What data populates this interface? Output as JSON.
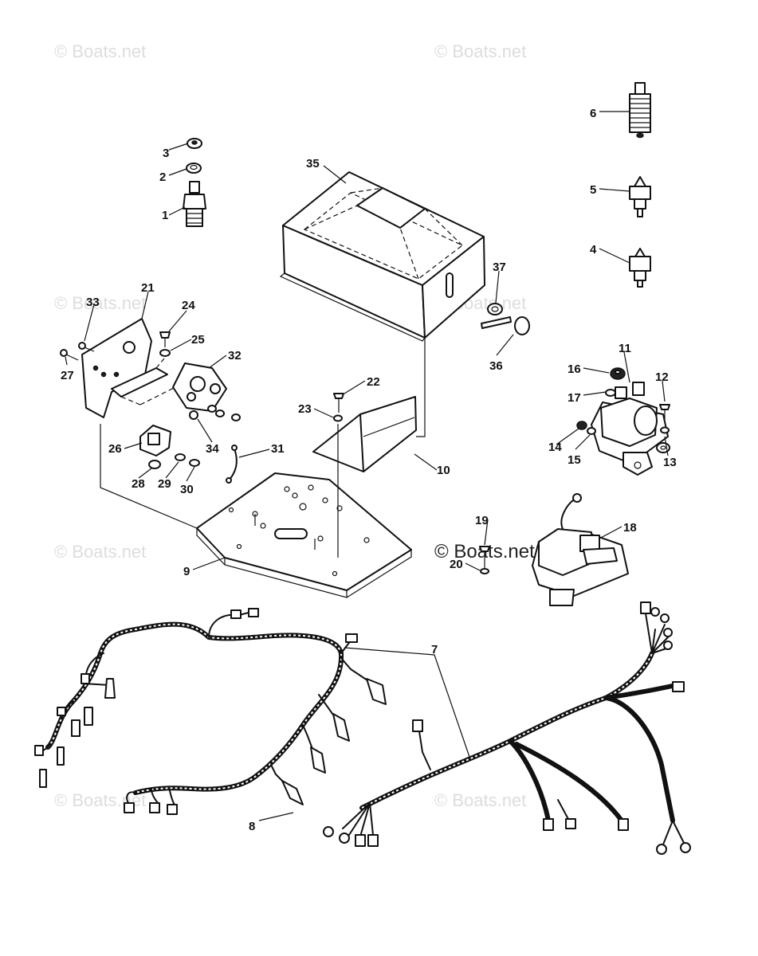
{
  "watermark": {
    "text": "© Boats.net",
    "color": "#dddddd"
  },
  "callouts": {
    "c1": "1",
    "c2": "2",
    "c3": "3",
    "c4": "4",
    "c5": "5",
    "c6": "6",
    "c7": "7",
    "c8": "8",
    "c9": "9",
    "c10": "10",
    "c11": "11",
    "c12": "12",
    "c13": "13",
    "c14": "14",
    "c15": "15",
    "c16": "16",
    "c17": "17",
    "c18": "18",
    "c19": "19",
    "c20": "20",
    "c21": "21",
    "c22": "22",
    "c23": "23",
    "c24": "24",
    "c25": "25",
    "c26": "26",
    "c27": "27",
    "c28": "28",
    "c29": "29",
    "c30": "30",
    "c31": "31",
    "c32": "32",
    "c33": "33",
    "c34": "34",
    "c35": "35",
    "c36": "36",
    "c37": "37"
  },
  "colors": {
    "ink": "#111111",
    "background": "#ffffff"
  }
}
